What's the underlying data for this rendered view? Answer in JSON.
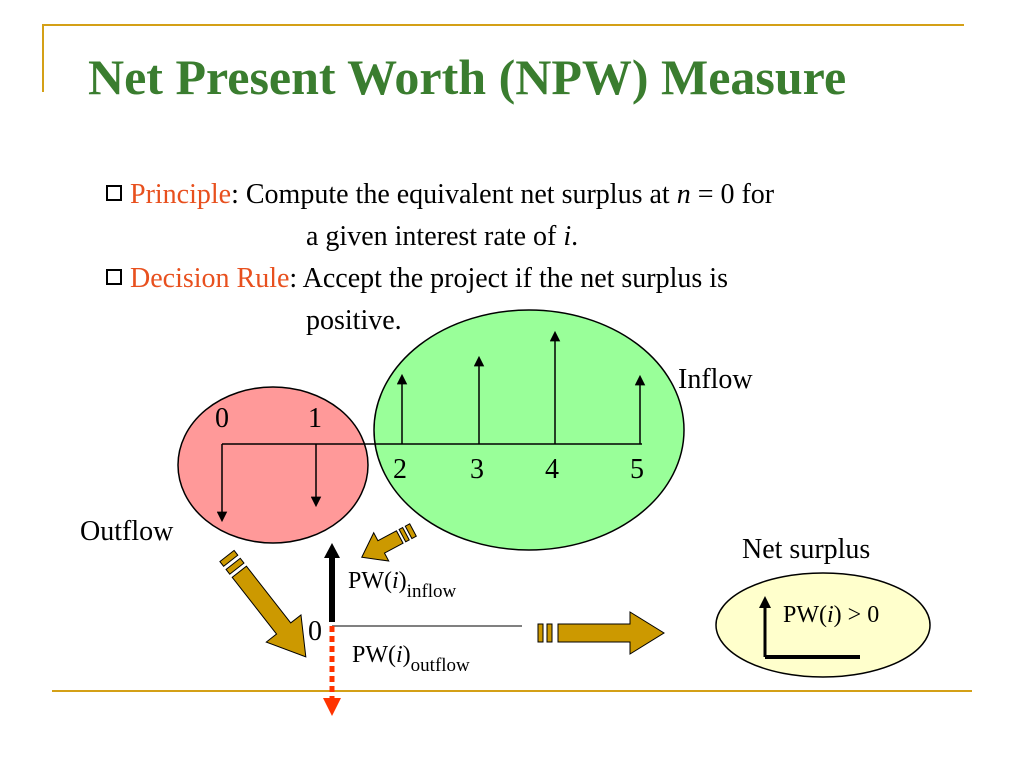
{
  "title": "Net Present Worth (NPW) Measure",
  "bullets": [
    {
      "term": "Principle",
      "line1_pre": ": Compute the equivalent net surplus at ",
      "var_n": "n",
      "line1_post": " = 0 for",
      "line2_pre": "a given interest rate of ",
      "var_i": "i",
      "line2_post": "."
    },
    {
      "term": "Decision Rule",
      "line1": ": Accept the project if the net surplus is",
      "line2": "positive."
    }
  ],
  "diagram": {
    "inflow_label": "Inflow",
    "outflow_label": "Outflow",
    "net_surplus_label": "Net surplus",
    "period_labels_top": [
      "0",
      "1"
    ],
    "period_labels_bottom": [
      "2",
      "3",
      "4",
      "5"
    ],
    "zero_label": "0",
    "pw_inflow": {
      "pre": "PW(",
      "var": "i",
      "post": ")",
      "sub": "inflow"
    },
    "pw_outflow": {
      "pre": "PW(",
      "var": "i",
      "post": ")",
      "sub": "outflow"
    },
    "pw_result": {
      "pre": "PW(",
      "var": "i",
      "post": ") > 0"
    },
    "colors": {
      "inflow_fill": "#99ff99",
      "outflow_fill": "#ff9999",
      "net_fill": "#ffffcc",
      "arrow_gold": "#cc9900",
      "outflow_red": "#ff3300",
      "title_green": "#3a7d2f",
      "term_orange": "#e8501e"
    }
  }
}
